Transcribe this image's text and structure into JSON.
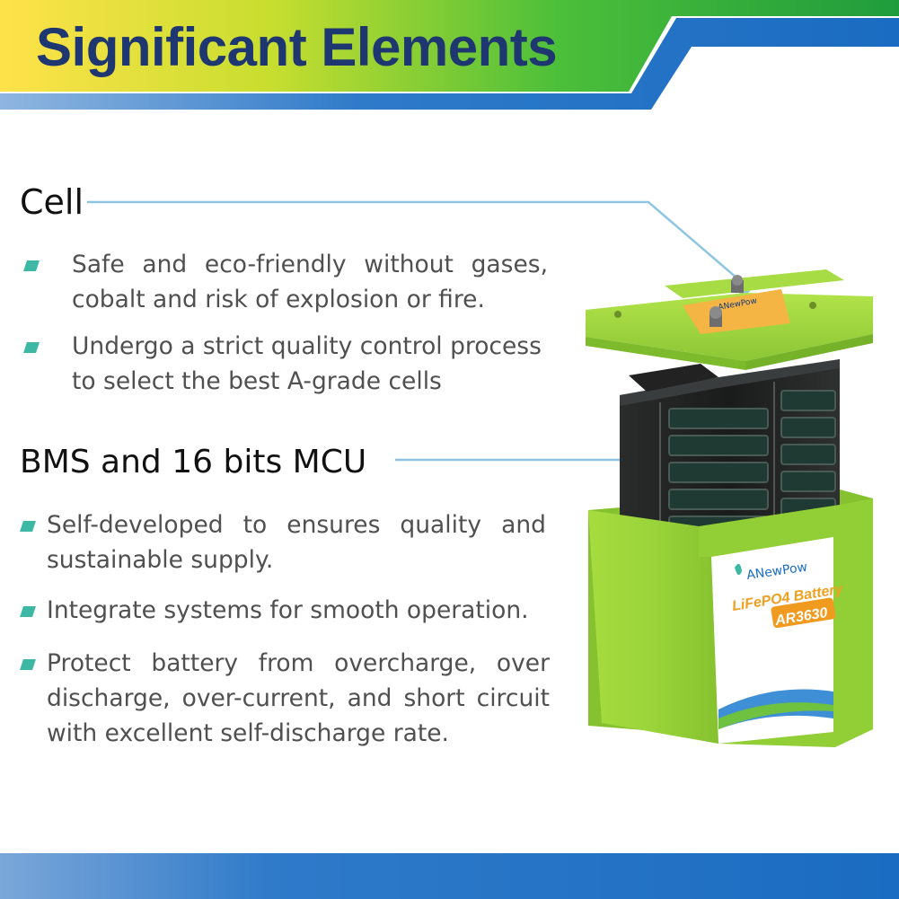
{
  "header": {
    "title": "Significant Elements"
  },
  "cell": {
    "heading": "Cell",
    "bullets": [
      "Safe and eco-friendly without gases, cobalt and risk of explosion or fire.",
      "Undergo a strict quality control process to select the best A-grade cells"
    ]
  },
  "bms": {
    "heading": "BMS and 16 bits MCU",
    "bullets": [
      "Self-developed to ensures quality and sustainable supply.",
      "Integrate systems for smooth operation.",
      "Protect battery from overcharge, over discharge, over-current, and short circuit with excellent self-discharge rate."
    ]
  },
  "product": {
    "brand": "ANewPow",
    "label_line1": "LiFePO4 Battery",
    "model": "AR3630"
  },
  "colors": {
    "title": "#1f3770",
    "bullet_marker": "#3cb8a4",
    "case_green": "#9ad43a",
    "connector_line": "#8ec5e3",
    "banner_blue": "#1a6cc2"
  }
}
